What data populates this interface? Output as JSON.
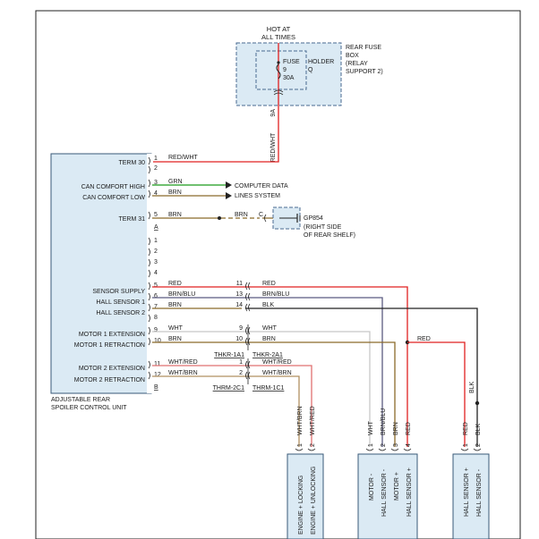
{
  "fuse_box": {
    "hot_line1": "HOT AT",
    "hot_line2": "ALL TIMES",
    "fuse_label": "FUSE",
    "fuse_number": "9",
    "fuse_rating": "30A",
    "holder_line1": "HOLDER",
    "holder_line2": "Q",
    "name_line1": "REAR FUSE",
    "name_line2": "BOX",
    "name_line3": "(RELAY",
    "name_line4": "SUPPORT 2)",
    "pin_label": "9A",
    "wire_color": "RED/WHT"
  },
  "control_unit": {
    "name_line1": "ADJUSTABLE REAR",
    "name_line2": "SPOILER CONTROL UNIT",
    "functions": {
      "term30": "TERM 30",
      "can_high": "CAN COMFORT HIGH",
      "can_low": "CAN COMFORT LOW",
      "term31": "TERM 31",
      "sensor_supply": "SENSOR SUPPLY",
      "hall1": "HALL SENSOR 1",
      "hall2": "HALL SENSOR 2",
      "motor1_ext": "MOTOR 1 EXTENSION",
      "motor1_ret": "MOTOR 1 RETRACTION",
      "motor2_ext": "MOTOR 2 EXTENSION",
      "motor2_ret": "MOTOR 2 RETRACTION"
    },
    "pins": [
      "1",
      "2",
      "3",
      "4",
      "5",
      "A",
      "1",
      "2",
      "3",
      "4",
      "5",
      "6",
      "7",
      "8",
      "9",
      "10",
      "11",
      "12",
      "B"
    ]
  },
  "wires": {
    "p1": "RED/WHT",
    "p3": "GRN",
    "p4": "BRN",
    "term31": "BRN",
    "term31_b": "BRN",
    "c_label": "C",
    "c5": "RED",
    "c6": "BRN/BLU",
    "c7": "BRN",
    "c9": "WHT",
    "c10": "BRN",
    "c11": "WHT/RED",
    "c12": "WHT/BRN",
    "r5": "RED",
    "r6": "BRN/BLU",
    "r7": "BLK",
    "r9": "WHT",
    "r10": "BRN",
    "r11": "WHT/RED",
    "r12": "WHT/BRN",
    "red_splice": "RED",
    "blk_vert": "BLK"
  },
  "inline_pins": {
    "a11": "11",
    "a13": "13",
    "a14": "14",
    "a9": "9",
    "a10": "10",
    "b1": "1",
    "b2": "2"
  },
  "connectors": {
    "thkr_left": "THKR-1A1",
    "thkr_right": "THKR-2A1",
    "thrm_left": "THRM-2C1",
    "thrm_right": "THRM-1C1"
  },
  "can_dest_line1": "COMPUTER DATA",
  "can_dest_line2": "LINES SYSTEM",
  "ground": {
    "line1": "GP854",
    "line2": "(RIGHT SIDE",
    "line3": "OF REAR SHELF)"
  },
  "lock_motor": {
    "wire1": "WHT/BRN",
    "wire2": "WHT/RED",
    "pin1": "1",
    "pin2": "2",
    "label1": "ENGINE + LOCKING",
    "label2": "ENGINE + UNLOCKING"
  },
  "spoiler_motor": {
    "wire1": "WHT",
    "wire2": "BRN/BLU",
    "wire3": "BRN",
    "wire4": "RED",
    "pin1": "1",
    "pin2": "2",
    "pin3": "3",
    "pin4": "4",
    "label1": "MOTOR -",
    "label2": "HALL SENSOR -",
    "label3": "MOTOR +",
    "label4": "HALL SENSOR +"
  },
  "hall_sensor": {
    "wire1": "RED",
    "wire2": "BLK",
    "pin1": "1",
    "pin2": "2",
    "label1": "HALL SENSOR +",
    "label2": "HALL SENSOR -"
  },
  "colors": {
    "red": "#e02020",
    "green": "#1a9a1a",
    "brown": "#8b6a2a",
    "blue_grey": "#5a5a80",
    "black": "#222222",
    "white_wire": "#c8c8c8",
    "wht_red": "#e07070",
    "wht_brn": "#b09060",
    "module_fill": "#dbeaf4",
    "module_stroke": "#3a5a78",
    "fuse_dash": "#4a6a90"
  }
}
